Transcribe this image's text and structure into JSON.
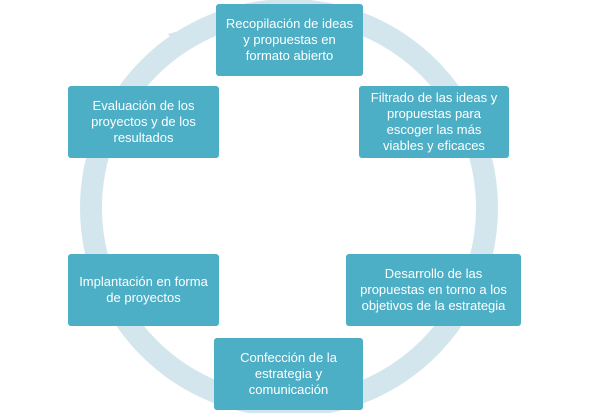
{
  "colors": {
    "box_fill": "#4cafc6",
    "box_text": "#ffffff",
    "ring": "#d3e6ee",
    "arrowhead": "#d3e6ee"
  },
  "cycle": {
    "steps": [
      {
        "label": "Recopilación de ideas y propuestas en formato abierto"
      },
      {
        "label": "Filtrado de las ideas y propuestas para escoger las más viables y eficaces"
      },
      {
        "label": "Desarrollo de las propuestas en torno a los objetivos de la estrategia"
      },
      {
        "label": "Confección de la estrategia y comunicación"
      },
      {
        "label": "Implantación en forma de proyectos"
      },
      {
        "label": "Evaluación de los proyectos y de los resultados"
      }
    ]
  }
}
